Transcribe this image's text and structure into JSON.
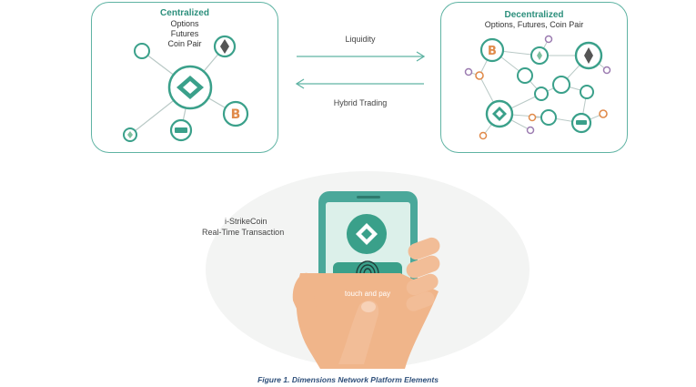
{
  "centralized": {
    "title": "Centralized",
    "subtitle": [
      "Options",
      "Futures",
      "Coin Pair"
    ]
  },
  "decentralized": {
    "title": "Decentralized",
    "subtitle": "Options, Futures, Coin Pair"
  },
  "arrows": {
    "top_label": "Liquidity",
    "bottom_label": "Hybrid Trading"
  },
  "phone": {
    "label_line1": "i-StrikeCoin",
    "label_line2": "Real-Time Transaction",
    "touch_text": "touch and pay"
  },
  "caption": "Figure 1. Dimensions Network Platform Elements",
  "colors": {
    "teal": "#2c8f7c",
    "border": "#5fb3a3",
    "node": "#3aa08a",
    "orange": "#e08a4a",
    "purple": "#9b7bb0",
    "skin": "#f0b58a",
    "phone": "#4aa89a"
  },
  "icons": [
    "bitcoin-icon",
    "ethereum-icon",
    "dash-icon",
    "neo-icon",
    "fingerprint-icon"
  ]
}
